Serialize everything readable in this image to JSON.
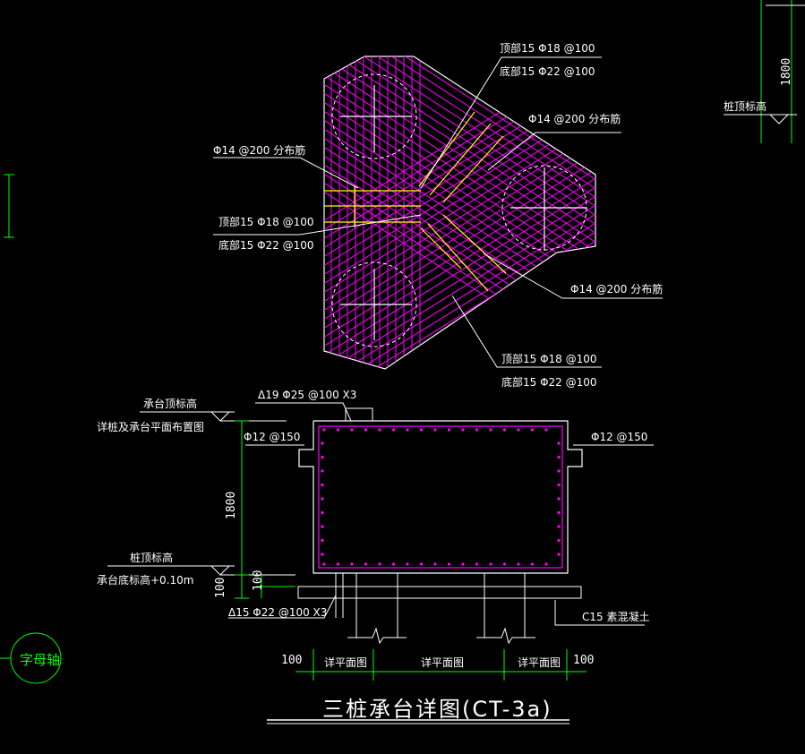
{
  "plan": {
    "note_top_right": [
      "顶部15 Φ18 @100",
      "底部15 Φ22 @100"
    ],
    "note_right_dist": "Φ14 @200 分布筋",
    "note_left_dist": "Φ14 @200 分布筋",
    "note_left_mid": [
      "顶部15 Φ18 @100",
      "底部15 Φ22 @100"
    ],
    "note_right_low_dist": "Φ14 @200 分布筋",
    "note_bottom": [
      "顶部15 Φ18 @100",
      "底部15 Φ22 @100"
    ]
  },
  "section": {
    "top_elev_label": "承台顶标高",
    "top_elev_note": "详桩及承台平面布置图",
    "top_bar_note": "Δ19 Φ25 @100 X3",
    "side_bar_left": "Φ12 @150",
    "side_bar_right": "Φ12 @150",
    "height_dim": "1800",
    "pile_top_label": "桩顶标高",
    "bottom_elev_note": "承台底标高+0.10m",
    "dim_100a": "100",
    "dim_100b": "100",
    "bottom_bar_note": "Δ15 Φ22 @100 X3",
    "concrete_note": "C15 素混凝土",
    "dims_bottom": [
      "100",
      "详平面图",
      "详平面图",
      "详平面图",
      "100"
    ]
  },
  "title": "三桩承台详图(CT-3a)",
  "right_edge": {
    "dim": "1800",
    "label": "桩顶标高"
  },
  "axis_bubble": "字母轴",
  "colors": {
    "magenta": "#ff00ff",
    "yellow": "#ffff00",
    "green": "#00ff00",
    "white": "#ffffff"
  }
}
